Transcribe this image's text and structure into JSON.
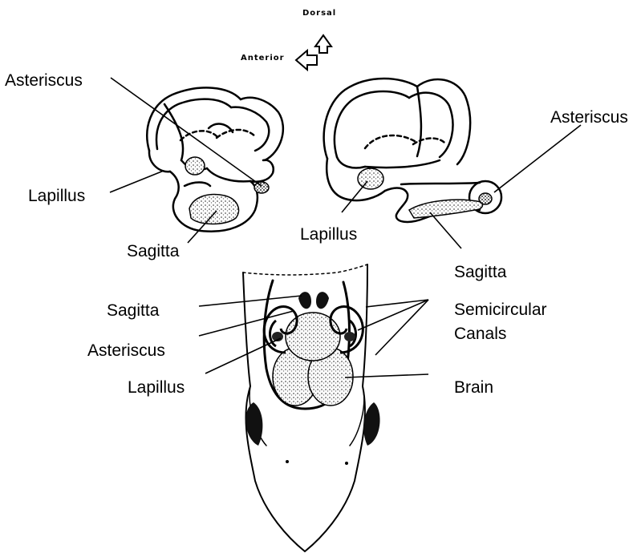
{
  "orientation": {
    "dorsal": "Dorsal",
    "anterior": "Anterior"
  },
  "left_ear": {
    "asteriscus": "Asteriscus",
    "lapillus": "Lapillus",
    "sagitta": "Sagitta"
  },
  "right_ear": {
    "asteriscus": "Asteriscus",
    "lapillus": "Lapillus",
    "sagitta": "Sagitta"
  },
  "head": {
    "sagitta": "Sagitta",
    "asteriscus": "Asteriscus",
    "lapillus": "Lapillus",
    "semicircular_canals_line1": "Semicircular",
    "semicircular_canals_line2": "Canals",
    "brain": "Brain"
  },
  "colors": {
    "ink": "#000000",
    "stipple": "#8a8a8a",
    "background": "#ffffff"
  }
}
